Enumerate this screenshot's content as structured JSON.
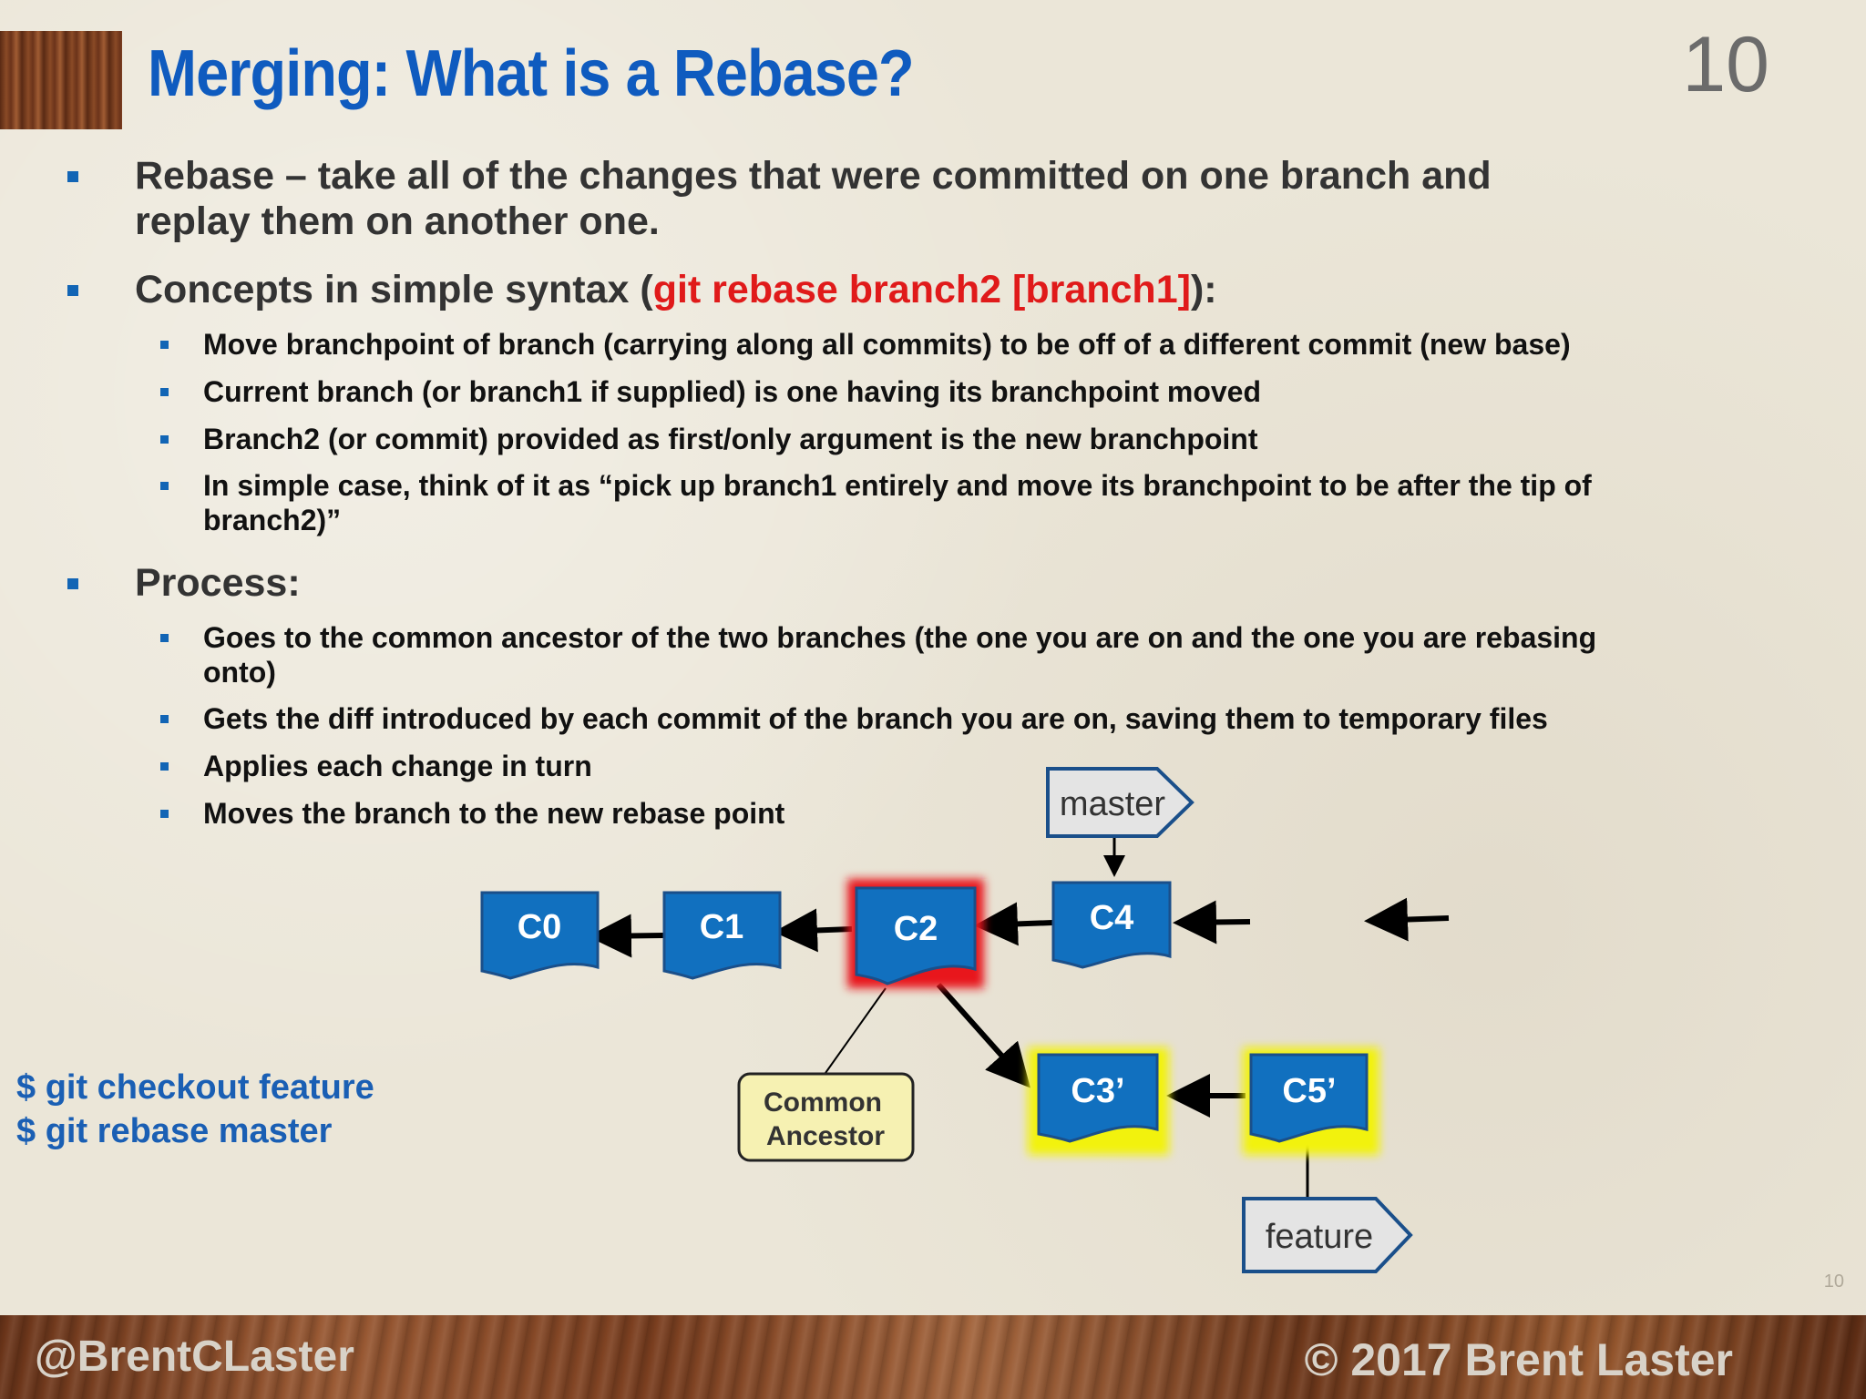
{
  "slide": {
    "title": "Merging:  What is a Rebase?",
    "number": "10",
    "small_number": "10"
  },
  "bullets": {
    "rebase_line1": "Rebase – take all of the changes that were committed on one branch and",
    "rebase_line2": "replay them on another one.",
    "concepts_prefix": "Concepts in simple syntax (",
    "concepts_syntax": "git rebase branch2 [branch1]",
    "concepts_suffix": "):",
    "concepts_sub": [
      "Move branchpoint of branch (carrying along all commits) to be off of a different commit (new base)",
      "Current branch  (or branch1 if supplied) is one having its branchpoint moved",
      "Branch2 (or commit) provided as first/only argument  is the new  branchpoint",
      "In simple case, think of it as “pick up branch1 entirely and move its branchpoint  to be after the tip of",
      "branch2)”"
    ],
    "process_label": "Process:",
    "process_sub": [
      "Goes to the common ancestor of the two branches (the one you are on and the one you are rebasing",
      "onto)",
      "Gets the diff introduced by each commit of the branch you are on, saving them to temporary files",
      "Applies each change in turn",
      "Moves the branch to the new rebase point"
    ]
  },
  "commands": [
    "$ git checkout feature",
    "$ git rebase master"
  ],
  "diagram": {
    "commits": [
      "C0",
      "C1",
      "C2",
      "C4",
      "C3’",
      "C5’"
    ],
    "master_label": "master",
    "feature_label": "feature",
    "ancestor_line1": "Common",
    "ancestor_line2": "Ancestor",
    "colors": {
      "commit_fill": "#1170bf",
      "commit_border": "#1a4f8a",
      "highlight_red": "#e8161b",
      "highlight_yellow": "#f2f20a",
      "label_fill": "#e4e4e4",
      "ancestor_fill": "#f6f1b2"
    }
  },
  "footer": {
    "left": "@BrentCLaster",
    "right": "© 2017 Brent Laster"
  }
}
